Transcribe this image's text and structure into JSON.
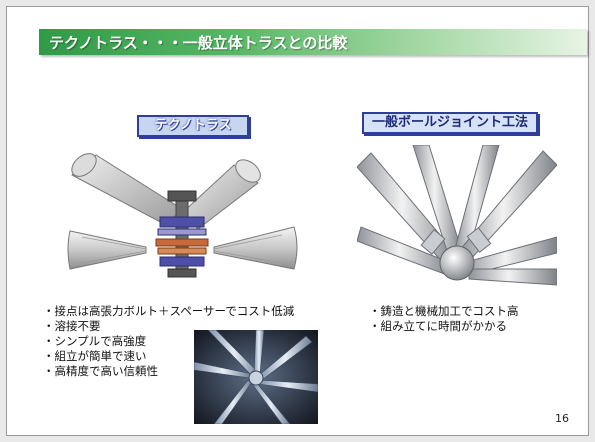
{
  "slide": {
    "title": "テクノトラス・・・一般立体トラスとの比較",
    "left_label": "テクノトラス",
    "right_label": "一般ボールジョイント工法",
    "left_bullets": [
      "接点は高張力ボルト＋スペーサーでコスト低減",
      "溶接不要",
      "シンプルで高強度",
      "組立が簡単で速い",
      "高精度で高い信頼性"
    ],
    "right_bullets": [
      "鋳造と機械加工でコスト高",
      "組み立てに時間がかかる"
    ],
    "page_number": "16"
  },
  "colors": {
    "title_green": "#2f9a47",
    "label_border": "#2e3e9a",
    "label_fill": "#c9d7f0"
  },
  "icons": {
    "left_illustration": "tube-joint-with-bolt",
    "right_illustration": "ball-joint-node",
    "photo": "star-node-photo"
  }
}
